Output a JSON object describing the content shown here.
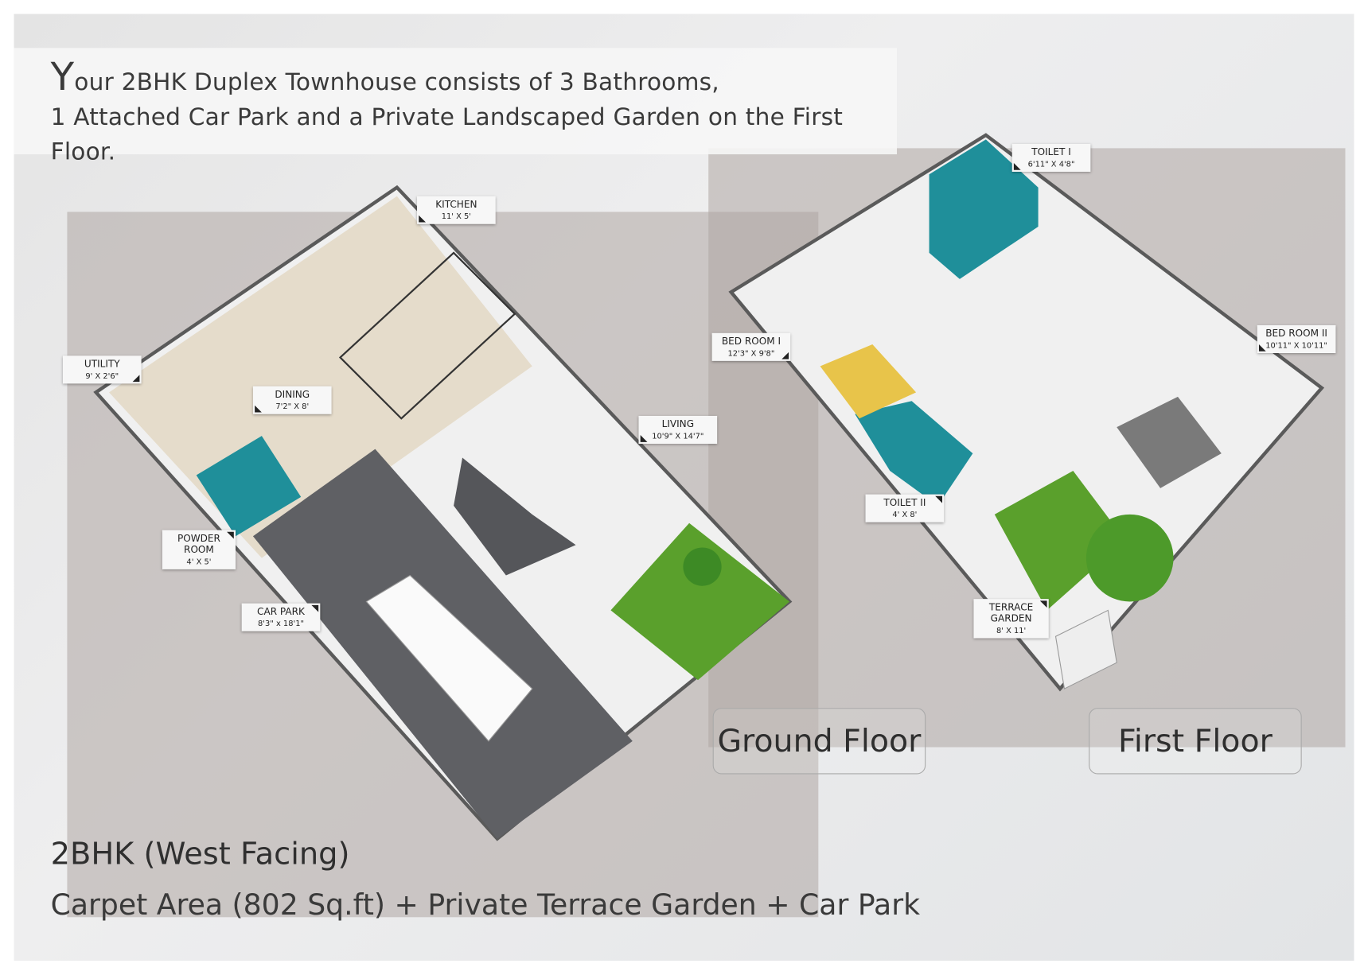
{
  "header": {
    "first_letter": "Y",
    "line1": "our 2BHK Duplex Townhouse consists of 3 Bathrooms,",
    "line2": "1 Attached Car Park and a Private Landscaped Garden on the First Floor."
  },
  "rooms_ground": [
    {
      "name": "KITCHEN",
      "dims": "11' X 5'"
    },
    {
      "name": "UTILITY",
      "dims": "9' X 2'6\""
    },
    {
      "name": "DINING",
      "dims": "7'2\" X 8'"
    },
    {
      "name": "LIVING",
      "dims": "10'9\" X 14'7\""
    },
    {
      "name": "POWDER ROOM",
      "dims": "4' X 5'"
    },
    {
      "name": "CAR PARK",
      "dims": "8'3\" x 18'1\""
    }
  ],
  "rooms_first": [
    {
      "name": "TOILET I",
      "dims": "6'11\" X 4'8\""
    },
    {
      "name": "BED ROOM I",
      "dims": "12'3\" X 9'8\""
    },
    {
      "name": "BED ROOM II",
      "dims": "10'11\" X 10'11\""
    },
    {
      "name": "TOILET II",
      "dims": "4' X 8'"
    },
    {
      "name": "TERRACE GARDEN",
      "dims": "8' X 11'"
    }
  ],
  "buttons": {
    "ground": "Ground Floor",
    "first": "First Floor"
  },
  "footer": {
    "title": "2BHK (West Facing)",
    "subtitle": "Carpet Area (802 Sq.ft) + Private Terrace Garden + Car Park"
  },
  "colors": {
    "teal": "#1f8f9a",
    "grass": "#5aa02c",
    "floor": "#e2d8c6",
    "wall": "#f2f2f2"
  }
}
